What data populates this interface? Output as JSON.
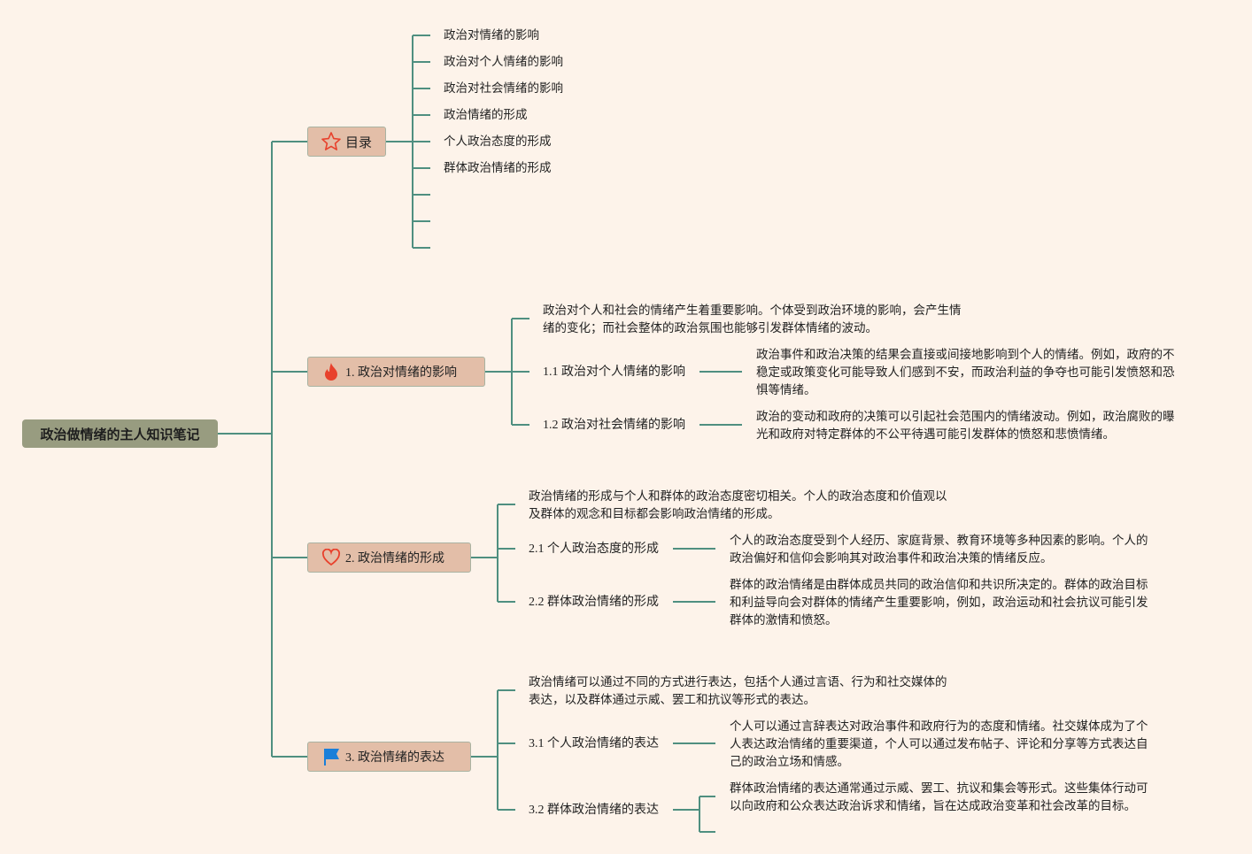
{
  "root": {
    "title": "政治做情绪的主人知识笔记"
  },
  "toc": {
    "label": "目录",
    "icon": "star-icon",
    "items": [
      "政治对情绪的影响",
      "政治对个人情绪的影响",
      "政治对社会情绪的影响",
      "政治情绪的形成",
      "个人政治态度的形成",
      "群体政治情绪的形成"
    ]
  },
  "sections": [
    {
      "label": "1. 政治对情绪的影响",
      "icon": "fire-icon",
      "intro": [
        "政治对个人和社会的情绪产生着重要影响。个体受到政治环境的影响，会产生情",
        "绪的变化；而社会整体的政治氛围也能够引发群体情绪的波动。"
      ],
      "subs": [
        {
          "label": "1.1 政治对个人情绪的影响",
          "desc": [
            "政治事件和政治决策的结果会直接或间接地影响到个人的情绪。例如，政府的不",
            "稳定或政策变化可能导致人们感到不安，而政治利益的争夺也可能引发愤怒和恐",
            "惧等情绪。"
          ]
        },
        {
          "label": "1.2 政治对社会情绪的影响",
          "desc": [
            "政治的变动和政府的决策可以引起社会范围内的情绪波动。例如，政治腐败的曝",
            "光和政府对特定群体的不公平待遇可能引发群体的愤怒和悲愤情绪。"
          ]
        }
      ]
    },
    {
      "label": "2. 政治情绪的形成",
      "icon": "heart-icon",
      "intro": [
        "政治情绪的形成与个人和群体的政治态度密切相关。个人的政治态度和价值观以",
        "及群体的观念和目标都会影响政治情绪的形成。"
      ],
      "subs": [
        {
          "label": "2.1 个人政治态度的形成",
          "desc": [
            "个人的政治态度受到个人经历、家庭背景、教育环境等多种因素的影响。个人的",
            "政治偏好和信仰会影响其对政治事件和政治决策的情绪反应。"
          ]
        },
        {
          "label": "2.2 群体政治情绪的形成",
          "desc": [
            "群体的政治情绪是由群体成员共同的政治信仰和共识所决定的。群体的政治目标",
            "和利益导向会对群体的情绪产生重要影响，例如，政治运动和社会抗议可能引发",
            "群体的激情和愤怒。"
          ]
        }
      ]
    },
    {
      "label": "3. 政治情绪的表达",
      "icon": "flag-icon",
      "intro": [
        "政治情绪可以通过不同的方式进行表达，包括个人通过言语、行为和社交媒体的",
        "表达，以及群体通过示威、罢工和抗议等形式的表达。"
      ],
      "subs": [
        {
          "label": "3.1 个人政治情绪的表达",
          "desc": [
            "个人可以通过言辞表达对政治事件和政府行为的态度和情绪。社交媒体成为了个",
            "人表达政治情绪的重要渠道，个人可以通过发布帖子、评论和分享等方式表达自",
            "己的政治立场和情感。"
          ]
        },
        {
          "label": "3.2 群体政治情绪的表达",
          "desc": [
            "群体政治情绪的表达通常通过示威、罢工、抗议和集会等形式。这些集体行动可",
            "以向政府和公众表达政治诉求和情绪，旨在达成政治变革和社会改革的目标。"
          ]
        }
      ]
    }
  ],
  "colors": {
    "background": "#fdf3ea",
    "line": "#4f8f80",
    "node": "#e3bea8",
    "root": "#989c80",
    "icon_red": "#e8412c",
    "icon_blue": "#1a7fd9"
  }
}
